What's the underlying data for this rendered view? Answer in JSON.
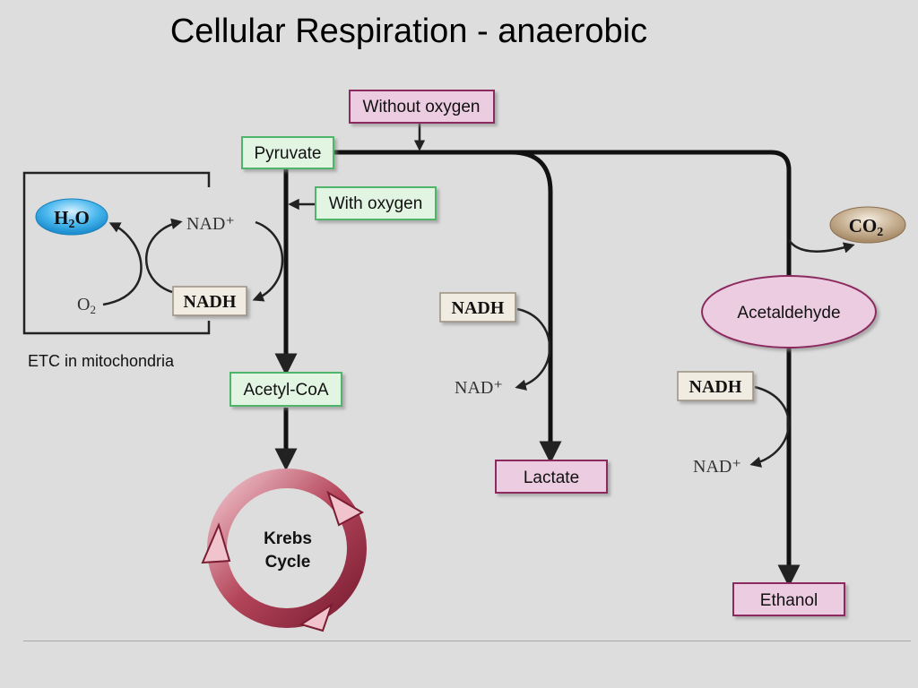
{
  "title": "Cellular Respiration - anaerobic",
  "colors": {
    "background": "#dddddd",
    "green_box_fill": "#e2f5e2",
    "green_box_border": "#4fb56b",
    "pink_box_fill": "#eccce0",
    "pink_box_border": "#8c2a60",
    "nadh_fill": "#f1ece2",
    "h2o_blue": "#2fa9e8",
    "co2_tan": "#bca588",
    "krebs_ring": "#a53a4e"
  },
  "labels": {
    "without_oxygen": "Without oxygen",
    "pyruvate": "Pyruvate",
    "with_oxygen": "With oxygen",
    "h2o_main": "H",
    "h2o_sub": "2",
    "h2o_end": "O",
    "nad_plus_left": "NAD⁺",
    "o2_main": "O",
    "o2_sub": "2",
    "nadh_left": "NADH",
    "etc": "ETC in mitochondria",
    "acetyl_coa": "Acetyl-CoA",
    "krebs_line1": "Krebs",
    "krebs_line2": "Cycle",
    "nadh_mid": "NADH",
    "nad_plus_mid": "NAD⁺",
    "lactate": "Lactate",
    "co2_main": "CO",
    "co2_sub": "2",
    "acetaldehyde": "Acetaldehyde",
    "nadh_right": "NADH",
    "nad_plus_right": "NAD⁺",
    "ethanol": "Ethanol"
  }
}
